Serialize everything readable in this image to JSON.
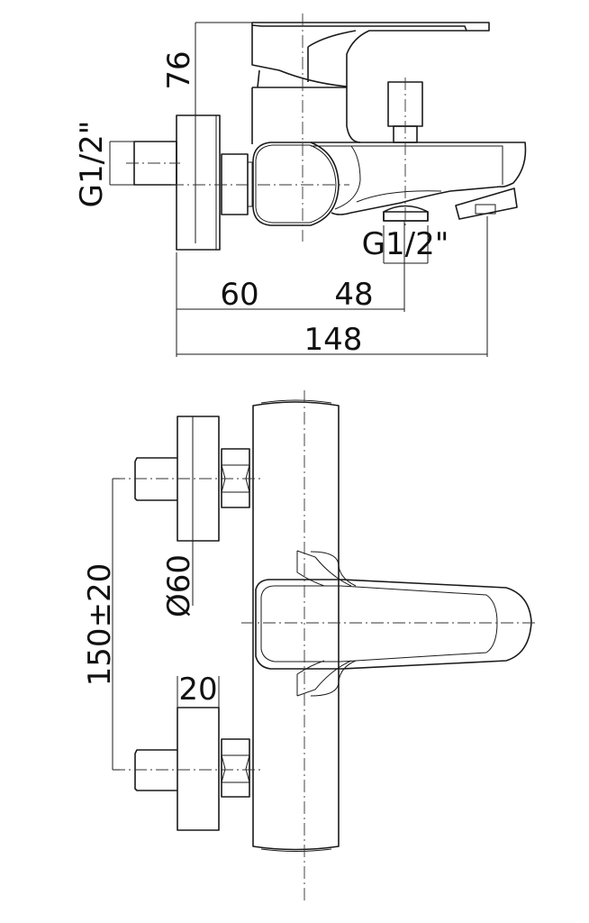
{
  "side_view": {
    "dim_height": "76",
    "inlet_thread": "G1/2\"",
    "outlet_thread": "G1/2\"",
    "dim_wall_to_axis": "60",
    "dim_axis_to_outlet": "48",
    "dim_total_depth": "148"
  },
  "front_view": {
    "dim_flange_diameter": "Ø60",
    "dim_inlet_spacing": "150±20",
    "dim_flange_thickness": "20"
  },
  "colors": {
    "line": "#1a1a1a",
    "background": "#ffffff"
  }
}
